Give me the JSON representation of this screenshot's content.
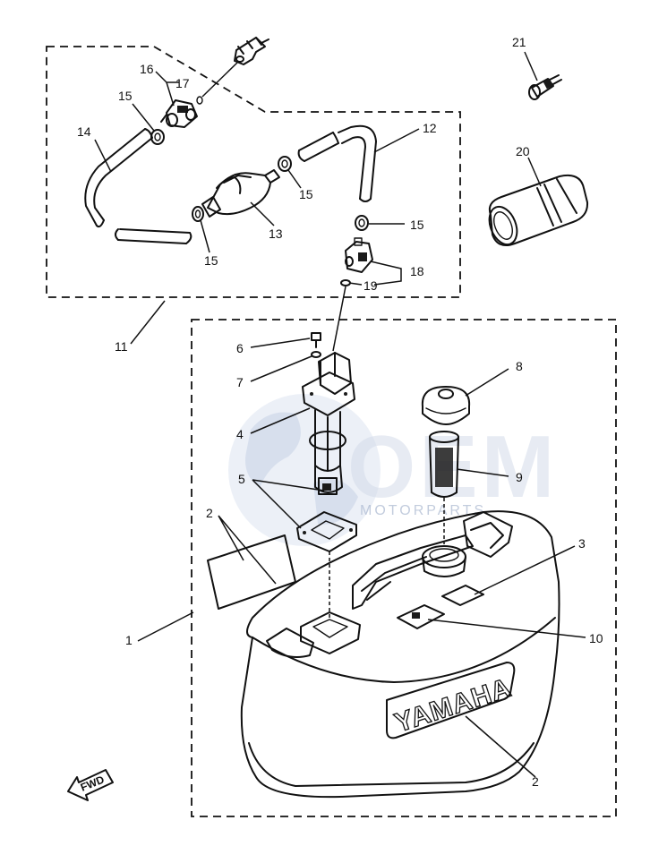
{
  "callouts": {
    "c1": "1",
    "c2a": "2",
    "c2b": "2",
    "c3": "3",
    "c4": "4",
    "c5": "5",
    "c6": "6",
    "c7": "7",
    "c8": "8",
    "c9": "9",
    "c10": "10",
    "c11": "11",
    "c12": "12",
    "c13": "13",
    "c14": "14",
    "c15a": "15",
    "c15b": "15",
    "c15c": "15",
    "c15d": "15",
    "c16": "16",
    "c17": "17",
    "c18": "18",
    "c19": "19",
    "c20": "20",
    "c21": "21"
  },
  "tank_brand": "YAMAHA",
  "fwd_label": "FWD",
  "watermark": {
    "logo": "OEM",
    "sub": "MOTORPARTS"
  },
  "icons": [
    "fwd-arrow-icon"
  ],
  "colors": {
    "ink": "#111111",
    "watermark": "#c9d3e6",
    "background": "#ffffff"
  }
}
